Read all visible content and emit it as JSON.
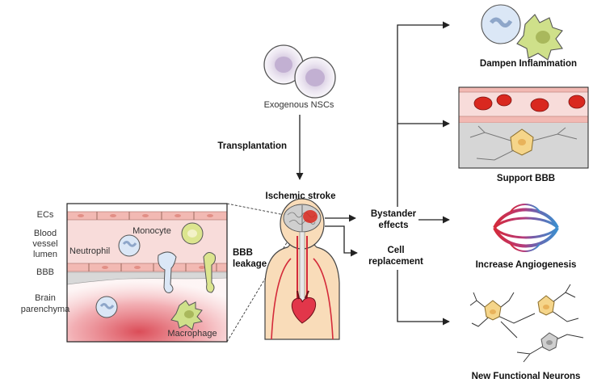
{
  "source": {
    "label": "Exogenous NSCs"
  },
  "arrows": {
    "transplantation": "Transplantation"
  },
  "center": {
    "title": "Ischemic stroke",
    "bbb_leakage_line1": "BBB",
    "bbb_leakage_line2": "leakage"
  },
  "mechanisms": {
    "bystander_line1": "Bystander",
    "bystander_line2": "effects",
    "replacement_line1": "Cell",
    "replacement_line2": "replacement"
  },
  "inset": {
    "side_labels": {
      "ecs": "ECs",
      "lumen_line1": "Blood",
      "lumen_line2": "vessel",
      "lumen_line3": "lumen",
      "bbb": "BBB",
      "parenchyma_line1": "Brain",
      "parenchyma_line2": "parenchyma"
    },
    "cells": {
      "neutrophil": "Neutrophil",
      "monocyte": "Monocyte",
      "macrophage": "Macrophage"
    }
  },
  "outcomes": [
    {
      "label": "Dampen Inflammation"
    },
    {
      "label": "Support BBB"
    },
    {
      "label": "Increase Angiogenesis"
    },
    {
      "label": "New Functional Neurons"
    }
  ],
  "colors": {
    "vessel_pink": "#f6d3d1",
    "endothelial": "#f2b9b3",
    "inflammation_red": "#d9434f",
    "rbc_red": "#d9281f",
    "artery_red": "#d42a3a",
    "vein_blue": "#3b8fcf",
    "neuron_yellow": "#f5d58a",
    "macrophage_green": "#cfe08a",
    "nsc_purple": "#c9b8d6"
  }
}
